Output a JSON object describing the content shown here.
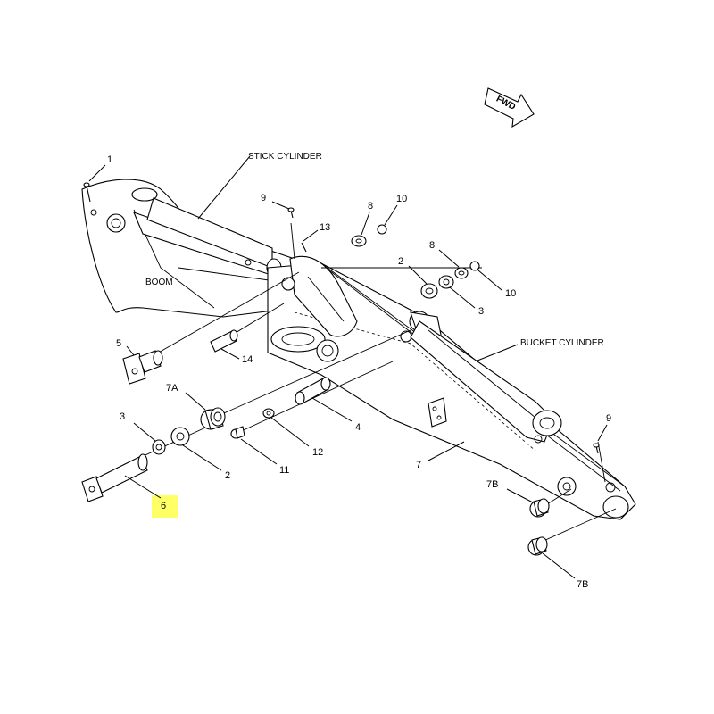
{
  "labels": {
    "stick_cylinder": "STICK CYLINDER",
    "bucket_cylinder": "BUCKET CYLINDER",
    "boom": "BOOM",
    "fwd": "FWD"
  },
  "callouts": {
    "c1": "1",
    "c9a": "9",
    "c13": "13",
    "c8a": "8",
    "c10a": "10",
    "c2a": "2",
    "c8b": "8",
    "c10b": "10",
    "c3a": "3",
    "c5": "5",
    "c14": "14",
    "c7A": "7A",
    "c3b": "3",
    "c2b": "2",
    "c4": "4",
    "c12": "12",
    "c11": "11",
    "c6": "6",
    "c7": "7",
    "c9b": "9",
    "c7B1": "7B",
    "c7B2": "7B"
  },
  "highlight": {
    "callout": "6",
    "color": "#ffff66"
  },
  "colors": {
    "line": "#000000",
    "background": "#ffffff"
  }
}
